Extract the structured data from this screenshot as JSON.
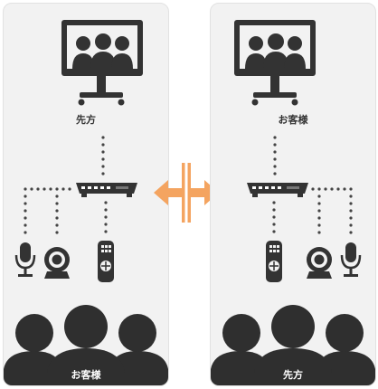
{
  "colors": {
    "panel_bg": "#f2f2f2",
    "icon": "#333333",
    "people": "#2f2f2f",
    "arrow": "#f4a460",
    "connector": "#444444"
  },
  "left_panel": {
    "display_label": "先方",
    "people_label": "お客様",
    "devices": [
      "microphone-icon",
      "camera-icon",
      "remote-icon"
    ]
  },
  "right_panel": {
    "display_label": "お客様",
    "people_label": "先方",
    "devices": [
      "remote-icon",
      "camera-icon",
      "microphone-icon"
    ]
  },
  "link": {
    "icon": "bidirectional-arrow-icon"
  }
}
